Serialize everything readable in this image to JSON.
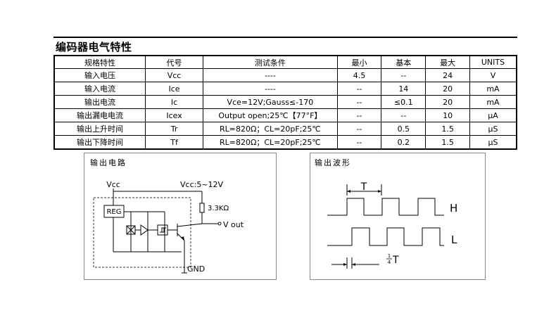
{
  "title": "编码器电气特性",
  "table": {
    "headers": [
      "规格特性",
      "代号",
      "测试条件",
      "最小",
      "基本",
      "最大",
      "UNITS"
    ],
    "rows": [
      [
        "输入电压",
        "Vcc",
        "----",
        "4.5",
        "--",
        "24",
        "V"
      ],
      [
        "输入电流",
        "Ice",
        "----",
        "--",
        "14",
        "20",
        "mA"
      ],
      [
        "输出电流",
        "Ic",
        "Vce=12V;Gauss≤-170",
        "--",
        "≤0.1",
        "20",
        "mA"
      ],
      [
        "输出漏电电流",
        "Icex",
        "Output open;25℃【77°F】",
        "--",
        "--",
        "10",
        "μA"
      ],
      [
        "输出上升时间",
        "Tr",
        "RL=820Ω；CL=20pF;25℃",
        "--",
        "0.5",
        "1.5",
        "μS"
      ],
      [
        "输出下降时间",
        "Tf",
        "RL=820Ω；CL=20pF;25℃",
        "--",
        "0.2",
        "1.5",
        "μS"
      ]
    ]
  },
  "circuit": {
    "title": "输出电路",
    "vcc": "Vcc",
    "supply": "Vcc:5~12V",
    "reg": "REG",
    "resistor": "3.3KΩ",
    "vout": "V out",
    "gnd": "GND"
  },
  "waveform": {
    "title": "输出波形",
    "period": "T",
    "high": "H",
    "low": "L",
    "quarter_num": "1",
    "quarter_den": "4",
    "quarter_sym": "T"
  }
}
